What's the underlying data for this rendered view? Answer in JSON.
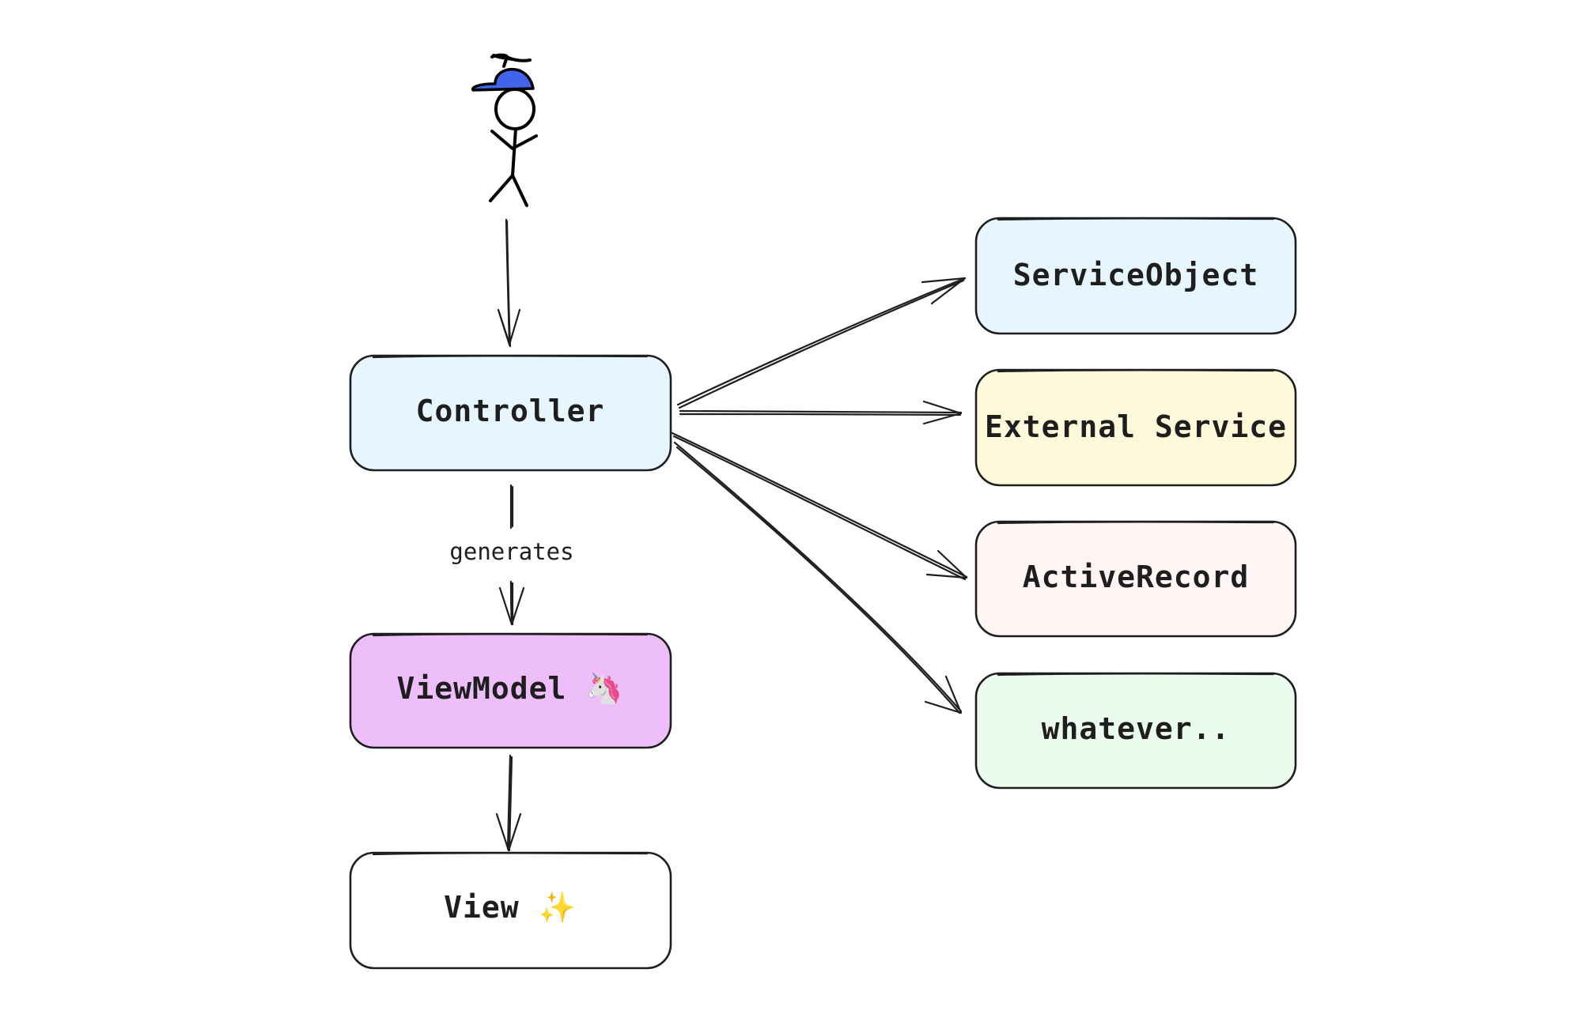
{
  "nodes": {
    "controller": {
      "label": "Controller",
      "fill": "#e7f5ff"
    },
    "service_object": {
      "label": "ServiceObject",
      "fill": "#e7f5ff"
    },
    "external_service": {
      "label": "External Service",
      "fill": "#fff9db"
    },
    "active_record": {
      "label": "ActiveRecord",
      "fill": "#fff5f5"
    },
    "whatever": {
      "label": "whatever..",
      "fill": "#ebfbee"
    },
    "view_model": {
      "label": "ViewModel 🦄",
      "fill": "#eebefa"
    },
    "view": {
      "label": "View ✨",
      "fill": "#ffffff"
    }
  },
  "edges": {
    "controller_to_view_model": {
      "label": "generates"
    }
  },
  "user": {
    "icon": "stick-figure-with-propeller-cap-icon",
    "cap_color": "#4263eb"
  }
}
